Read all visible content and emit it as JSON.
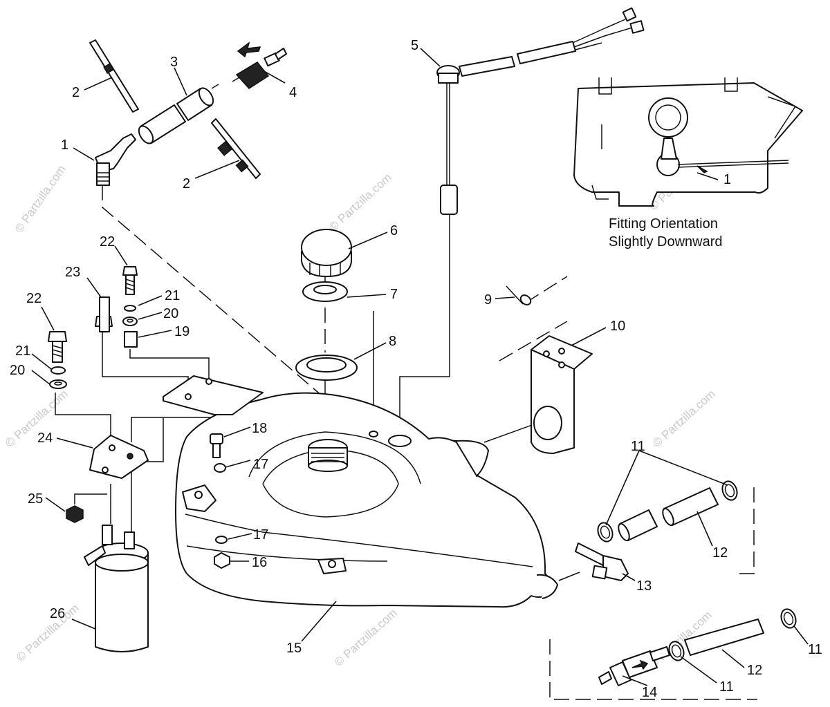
{
  "watermark": "© Partzilla.com",
  "inset_note": {
    "line1": "Fitting Orientation",
    "line2": "Slightly Downward",
    "callout": "1"
  },
  "callouts": {
    "p1": "1",
    "p2a": "2",
    "p2b": "2",
    "p3": "3",
    "p4": "4",
    "p5": "5",
    "p6": "6",
    "p7": "7",
    "p8": "8",
    "p9": "9",
    "p10": "10",
    "p11a": "11",
    "p11b": "11",
    "p11c": "11",
    "p12a": "12",
    "p12b": "12",
    "p13": "13",
    "p14": "14",
    "p15": "15",
    "p16": "16",
    "p17a": "17",
    "p17b": "17",
    "p18": "18",
    "p19": "19",
    "p20a": "20",
    "p20b": "20",
    "p21a": "21",
    "p21b": "21",
    "p22a": "22",
    "p22b": "22",
    "p23": "23",
    "p24": "24",
    "p25": "25",
    "p26": "26"
  }
}
